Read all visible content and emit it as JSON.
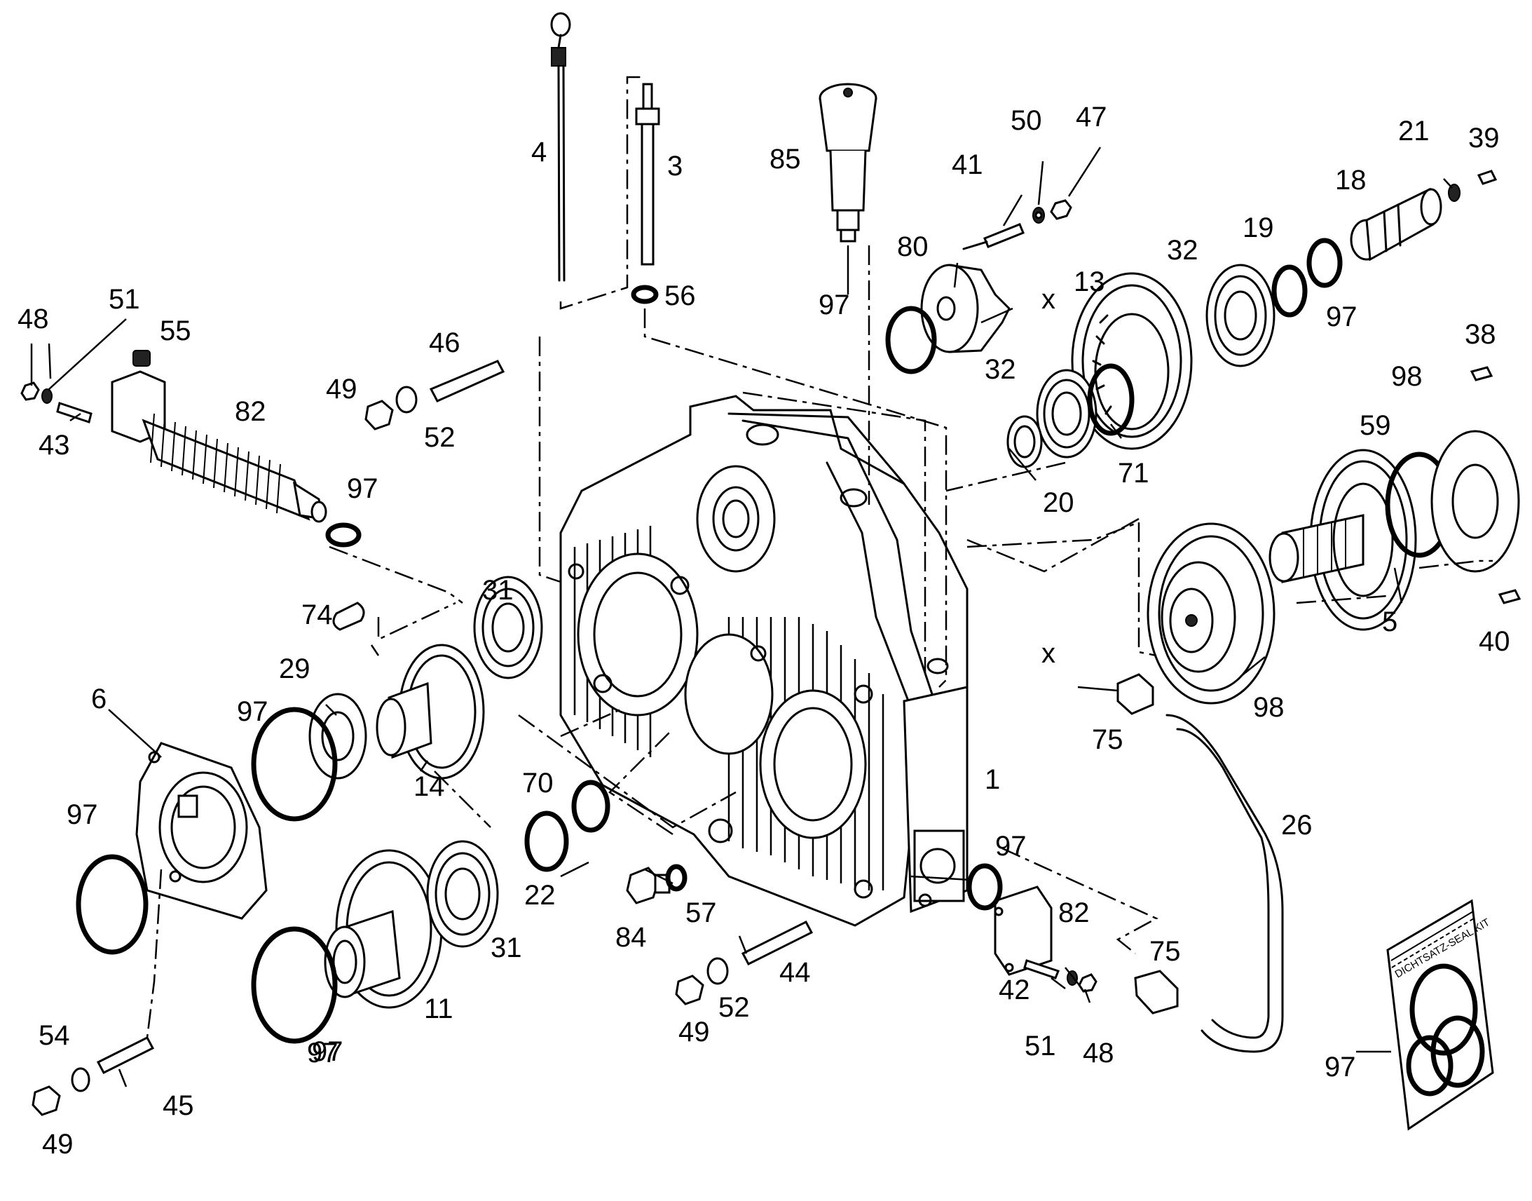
{
  "labels": [
    {
      "id": "l4",
      "text": "4"
    },
    {
      "id": "l3",
      "text": "3"
    },
    {
      "id": "l85",
      "text": "85"
    },
    {
      "id": "l97a",
      "text": "97"
    },
    {
      "id": "l41",
      "text": "41"
    },
    {
      "id": "l50",
      "text": "50"
    },
    {
      "id": "l47",
      "text": "47"
    },
    {
      "id": "l80",
      "text": "80"
    },
    {
      "id": "lxa",
      "text": "x"
    },
    {
      "id": "l13",
      "text": "13"
    },
    {
      "id": "l32a",
      "text": "32"
    },
    {
      "id": "l19",
      "text": "19"
    },
    {
      "id": "l21",
      "text": "21"
    },
    {
      "id": "l39",
      "text": "39"
    },
    {
      "id": "l18",
      "text": "18"
    },
    {
      "id": "l97b",
      "text": "97"
    },
    {
      "id": "l38",
      "text": "38"
    },
    {
      "id": "l98a",
      "text": "98"
    },
    {
      "id": "l59",
      "text": "59"
    },
    {
      "id": "l32b",
      "text": "32"
    },
    {
      "id": "l71",
      "text": "71"
    },
    {
      "id": "l20",
      "text": "20"
    },
    {
      "id": "l56",
      "text": "56"
    },
    {
      "id": "l46",
      "text": "46"
    },
    {
      "id": "l49a",
      "text": "49"
    },
    {
      "id": "l52a",
      "text": "52"
    },
    {
      "id": "l48a",
      "text": "48"
    },
    {
      "id": "l51a",
      "text": "51"
    },
    {
      "id": "l55",
      "text": "55"
    },
    {
      "id": "l82a",
      "text": "82"
    },
    {
      "id": "l43",
      "text": "43"
    },
    {
      "id": "l97c",
      "text": "97"
    },
    {
      "id": "l31a",
      "text": "31"
    },
    {
      "id": "l74",
      "text": "74"
    },
    {
      "id": "l29",
      "text": "29"
    },
    {
      "id": "l6",
      "text": "6"
    },
    {
      "id": "l97d",
      "text": "97"
    },
    {
      "id": "l14",
      "text": "14"
    },
    {
      "id": "l97e",
      "text": "97"
    },
    {
      "id": "l70",
      "text": "70"
    },
    {
      "id": "l1",
      "text": "1"
    },
    {
      "id": "lxb",
      "text": "x"
    },
    {
      "id": "l75a",
      "text": "75"
    },
    {
      "id": "l98b",
      "text": "98"
    },
    {
      "id": "l5",
      "text": "5"
    },
    {
      "id": "l40",
      "text": "40"
    },
    {
      "id": "l26",
      "text": "26"
    },
    {
      "id": "l97f",
      "text": "97"
    },
    {
      "id": "l82b",
      "text": "82"
    },
    {
      "id": "l75b",
      "text": "75"
    },
    {
      "id": "l22",
      "text": "22"
    },
    {
      "id": "l57",
      "text": "57"
    },
    {
      "id": "l84",
      "text": "84"
    },
    {
      "id": "l31b",
      "text": "31"
    },
    {
      "id": "l11",
      "text": "11"
    },
    {
      "id": "l44",
      "text": "44"
    },
    {
      "id": "l42",
      "text": "42"
    },
    {
      "id": "l52b",
      "text": "52"
    },
    {
      "id": "l49b",
      "text": "49"
    },
    {
      "id": "l51b",
      "text": "51"
    },
    {
      "id": "l48b",
      "text": "48"
    },
    {
      "id": "l97g",
      "text": "97"
    },
    {
      "id": "l54",
      "text": "54"
    },
    {
      "id": "l45",
      "text": "45"
    },
    {
      "id": "l49c",
      "text": "49"
    },
    {
      "id": "l97h",
      "text": "97"
    },
    {
      "id": "l97i",
      "text": "97"
    }
  ],
  "seal_kit_bag": {
    "line1": "DICHTSATZ-SEAL KIT"
  }
}
